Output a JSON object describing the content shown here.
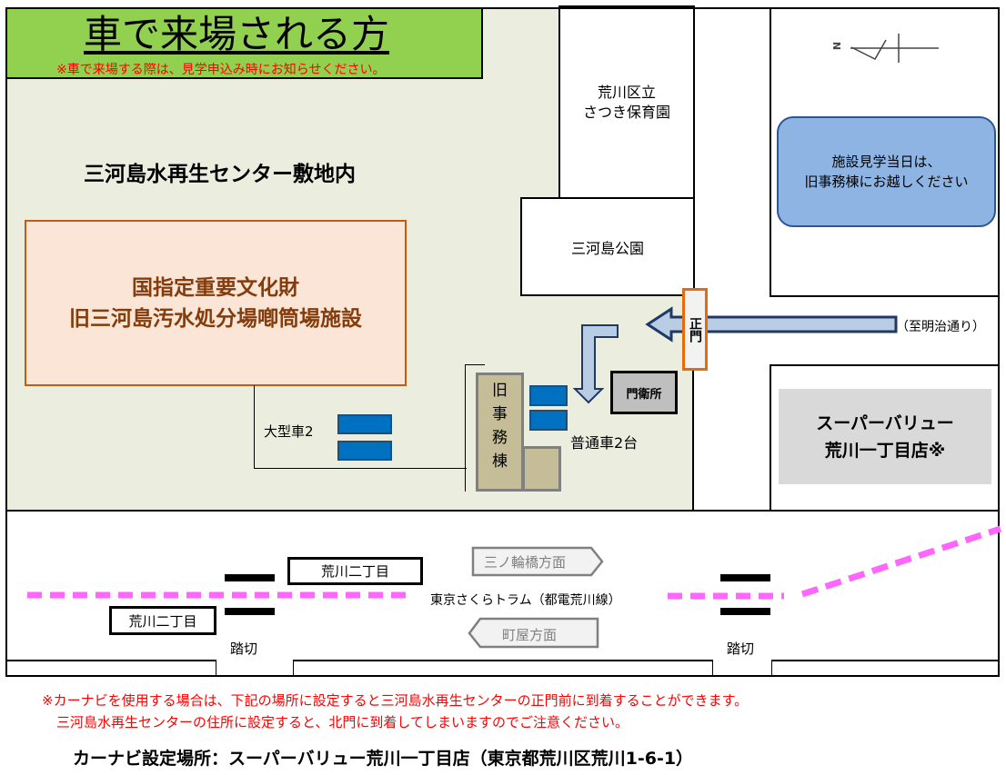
{
  "title": {
    "heading": "車で来場される方",
    "note": "※車で来場する際は、見学申込み時にお知らせください。"
  },
  "map": {
    "site_label": "三河島水再生センター敷地内",
    "heritage": [
      "国指定重要文化財",
      "旧三河島汚水処分場喞筒場施設"
    ],
    "nursery": [
      "荒川区立",
      "さつき保育園"
    ],
    "park": "三河島公園",
    "visit_note": [
      "施設見学当日は、",
      "旧事務棟にお越しください"
    ],
    "main_gate": "正門",
    "to_road": "（至明治通り）",
    "guard_house": "門衛所",
    "old_office": [
      "旧",
      "事",
      "務",
      "棟"
    ],
    "parking_large": "大型車2",
    "parking_regular": "普通車2台",
    "supermarket": [
      "スーパーバリュー",
      "荒川一丁目店※"
    ],
    "north_label": "N",
    "stop_upper": "荒川二丁目",
    "stop_lower": "荒川二丁目",
    "direction_east": "三ノ輪橋方面",
    "direction_west": "町屋方面",
    "tram_line": "東京さくらトラム（都電荒川線）",
    "crossing_left": "踏切",
    "crossing_right": "踏切"
  },
  "footer": {
    "note_line1": "※カーナビを使用する場合は、下記の場所に設定すると三河島水再生センターの正門前に到着することができます。",
    "note_line2": "三河島水再生センターの住所に設定すると、北門に到着してしまいますのでご注意ください。",
    "navi_setting": "カーナビ設定場所：スーパーバリュー荒川一丁目店（東京都荒川区荒川1-6-1）"
  },
  "colors": {
    "title_bg": "#92d050",
    "site_bg": "#ebeedf",
    "heritage_bg": "#fbe5d6",
    "heritage_text": "#843c0c",
    "car": "#0070c0",
    "note_bg": "#8eb4e3",
    "tram": "#ff66ff",
    "warning": "#ff0000"
  }
}
